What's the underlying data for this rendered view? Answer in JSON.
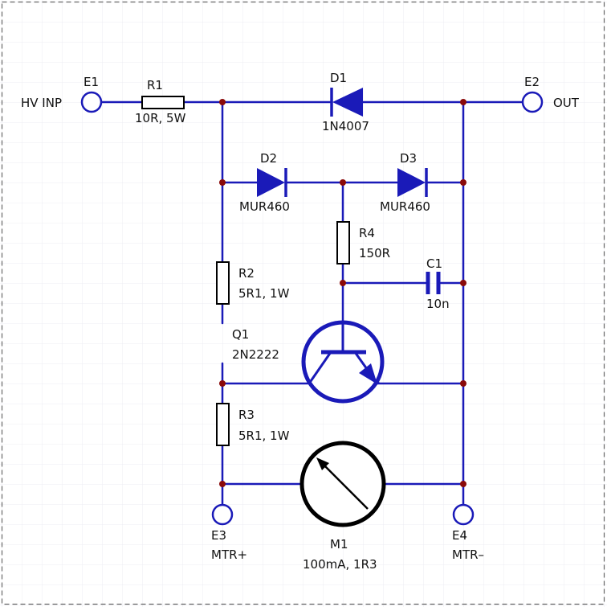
{
  "colors": {
    "wire": "#1a1ab8",
    "symbol": "#1a1ab8",
    "meter": "#000000",
    "junction": "#8a0a0a",
    "grid": "#e4e4ee",
    "frame": "#666666"
  },
  "terminals": {
    "e1": {
      "ref": "E1",
      "label": "HV INP"
    },
    "e2": {
      "ref": "E2",
      "label": "OUT"
    },
    "e3": {
      "ref": "E3",
      "label": "MTR+"
    },
    "e4": {
      "ref": "E4",
      "label": "MTR–"
    }
  },
  "components": {
    "r1": {
      "ref": "R1",
      "value": "10R, 5W"
    },
    "d1": {
      "ref": "D1",
      "value": "1N4007"
    },
    "d2": {
      "ref": "D2",
      "value": "MUR460"
    },
    "d3": {
      "ref": "D3",
      "value": "MUR460"
    },
    "r4": {
      "ref": "R4",
      "value": "150R"
    },
    "c1": {
      "ref": "C1",
      "value": "10n"
    },
    "r2": {
      "ref": "R2",
      "value": "5R1, 1W"
    },
    "q1": {
      "ref": "Q1",
      "value": "2N2222"
    },
    "r3": {
      "ref": "R3",
      "value": "5R1, 1W"
    },
    "m1": {
      "ref": "M1",
      "value": "100mA, 1R3"
    }
  }
}
